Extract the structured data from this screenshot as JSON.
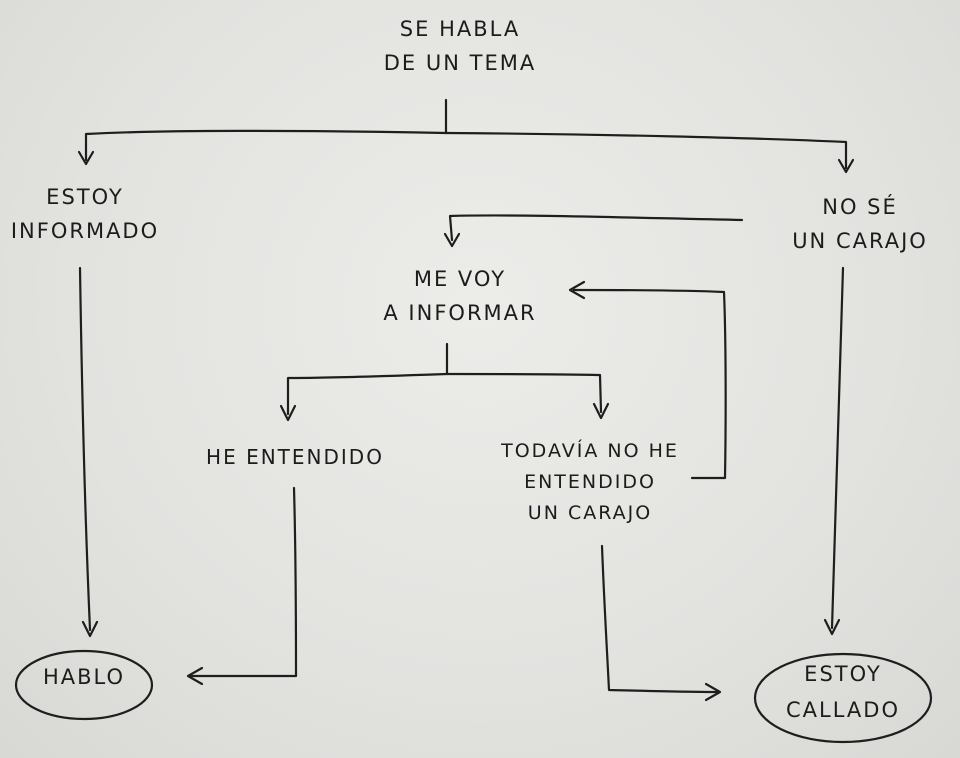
{
  "nodes": {
    "topic": {
      "lines": [
        "SE HABLA",
        "DE UN TEMA"
      ]
    },
    "informed": {
      "lines": [
        "ESTOY",
        "INFORMADO"
      ]
    },
    "no_idea": {
      "lines": [
        "NO SÉ",
        "UN CARAJO"
      ]
    },
    "learn": {
      "lines": [
        "ME VOY",
        "A INFORMAR"
      ]
    },
    "got_it": {
      "lines": [
        "HE ENTENDIDO"
      ]
    },
    "not_yet": {
      "lines": [
        "TODAVÍA NO HE",
        "ENTENDIDO",
        "UN CARAJO"
      ]
    },
    "talk": {
      "lines": [
        "HABLO"
      ]
    },
    "quiet": {
      "lines": [
        "ESTOY",
        "CALLADO"
      ]
    }
  }
}
